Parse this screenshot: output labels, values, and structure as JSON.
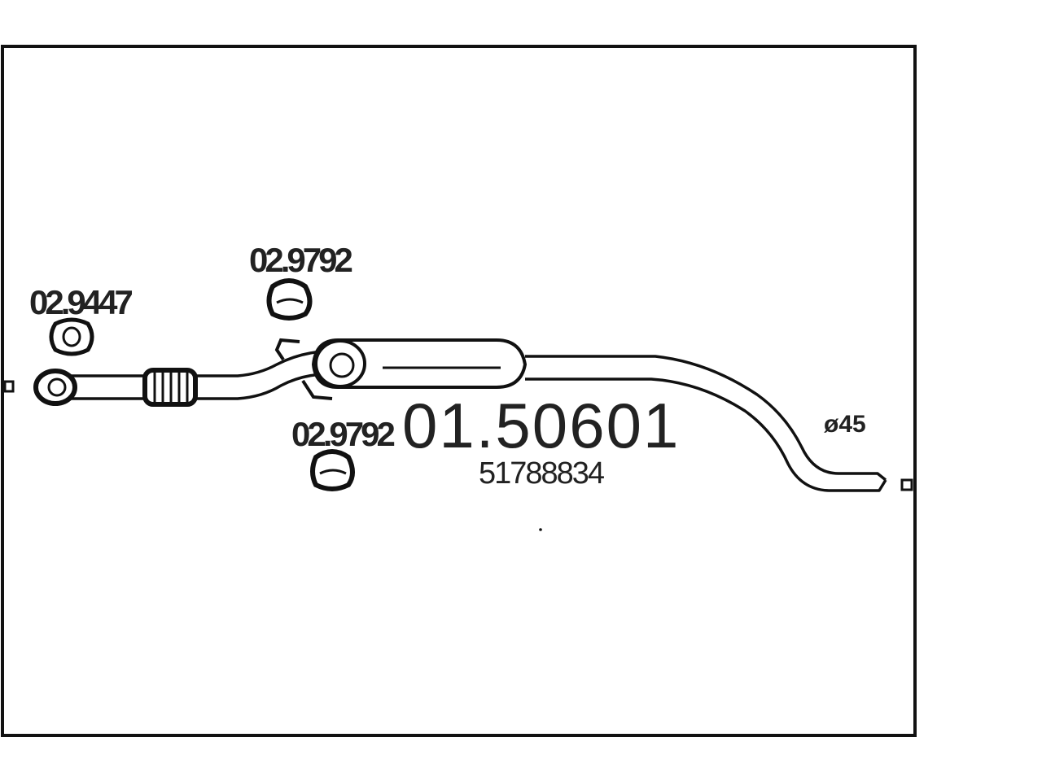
{
  "diagram": {
    "part_number": "01.50601",
    "oe_number": "51788834",
    "diameter_label": "ø45",
    "accessories": [
      {
        "code": "02.9447",
        "type": "gasket"
      },
      {
        "code": "02.9792",
        "type": "clamp"
      },
      {
        "code": "02.9792",
        "type": "clamp"
      }
    ]
  }
}
